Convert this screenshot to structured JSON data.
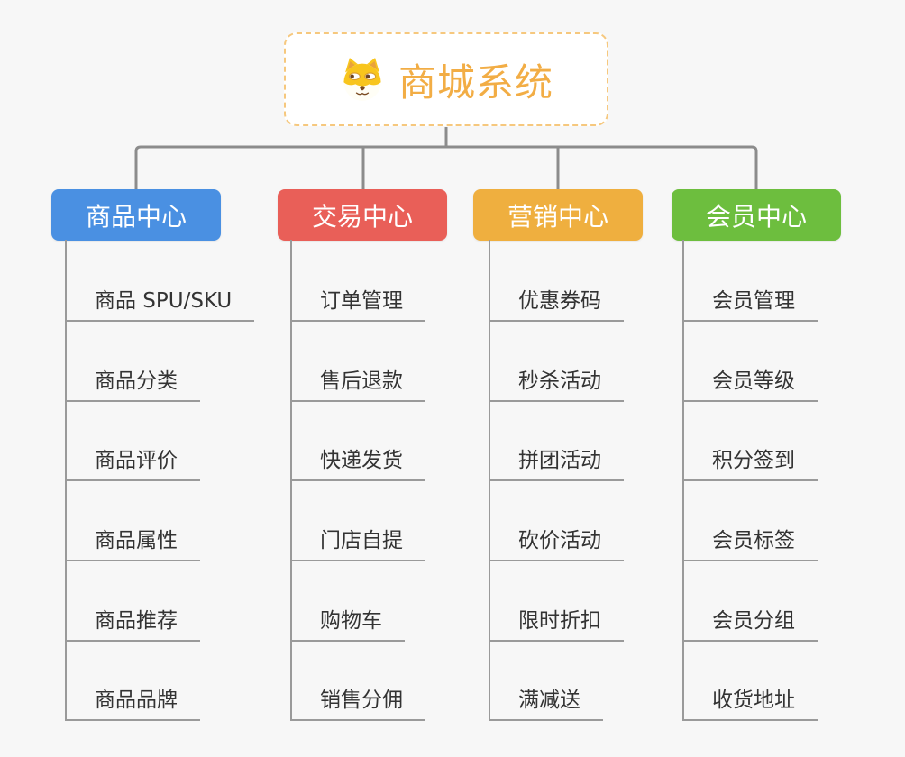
{
  "root": {
    "title": "商城系统",
    "icon": "shiba-dog-icon",
    "title_color": "#f2ad45",
    "border_color": "#f6c87e"
  },
  "colors": {
    "background": "#f7f7f7",
    "connector": "#8c8c8c",
    "leaf_line": "#9a9a9a",
    "leaf_text": "#333333"
  },
  "branches": [
    {
      "id": "product-center",
      "label": "商品中心",
      "color": "#4a90e2",
      "items": [
        "商品 SPU/SKU",
        "商品分类",
        "商品评价",
        "商品属性",
        "商品推荐",
        "商品品牌"
      ]
    },
    {
      "id": "trade-center",
      "label": "交易中心",
      "color": "#e95f58",
      "items": [
        "订单管理",
        "售后退款",
        "快递发货",
        "门店自提",
        "购物车",
        "销售分佣"
      ]
    },
    {
      "id": "marketing-center",
      "label": "营销中心",
      "color": "#efaf3f",
      "items": [
        "优惠券码",
        "秒杀活动",
        "拼团活动",
        "砍价活动",
        "限时折扣",
        "满减送"
      ]
    },
    {
      "id": "member-center",
      "label": "会员中心",
      "color": "#6dbe3e",
      "items": [
        "会员管理",
        "会员等级",
        "积分签到",
        "会员标签",
        "会员分组",
        "收货地址"
      ]
    }
  ]
}
